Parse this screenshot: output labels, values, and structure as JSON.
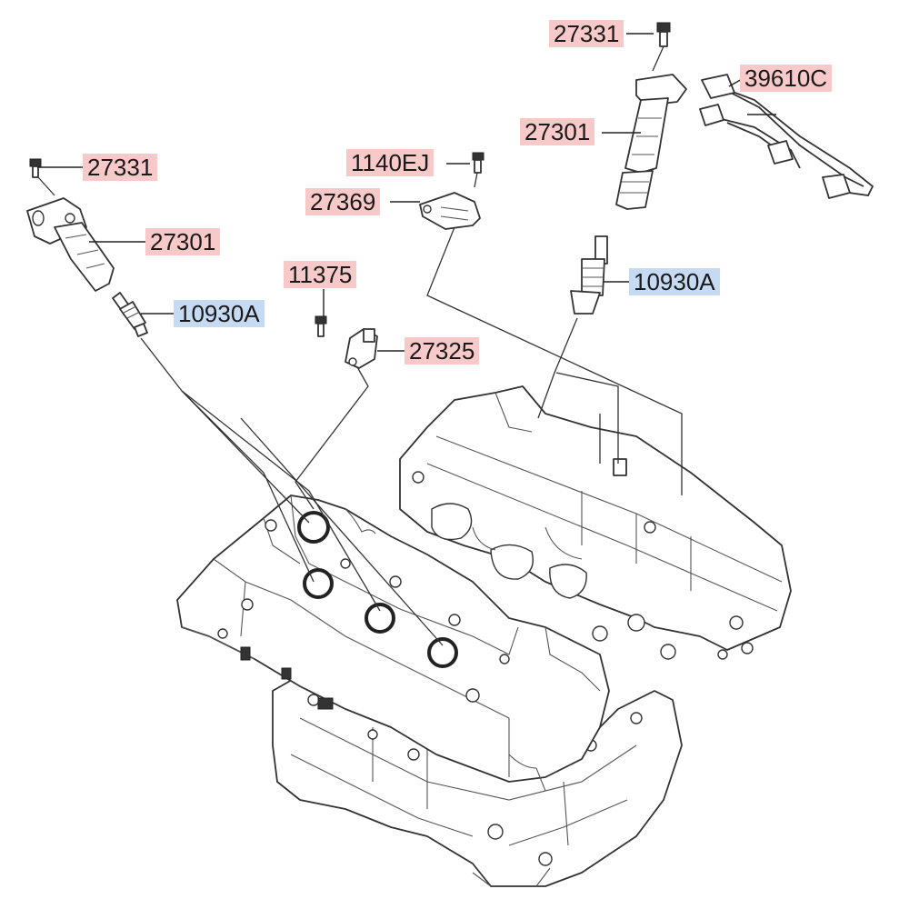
{
  "colors": {
    "label_red": "#f7c9c9",
    "label_blue": "#c6daf3",
    "line": "#333333"
  },
  "labels": {
    "bolt_27331_top": "27331",
    "harness_39610c": "39610C",
    "coil_27301_right": "27301",
    "bolt_1140ej": "1140EJ",
    "bracket_27369": "27369",
    "bolt_27331_left": "27331",
    "coil_27301_left": "27301",
    "spark_plug_10930a_left": "10930A",
    "spark_plug_10930a_right": "10930A",
    "bolt_11375": "11375",
    "sensor_27325": "27325"
  }
}
